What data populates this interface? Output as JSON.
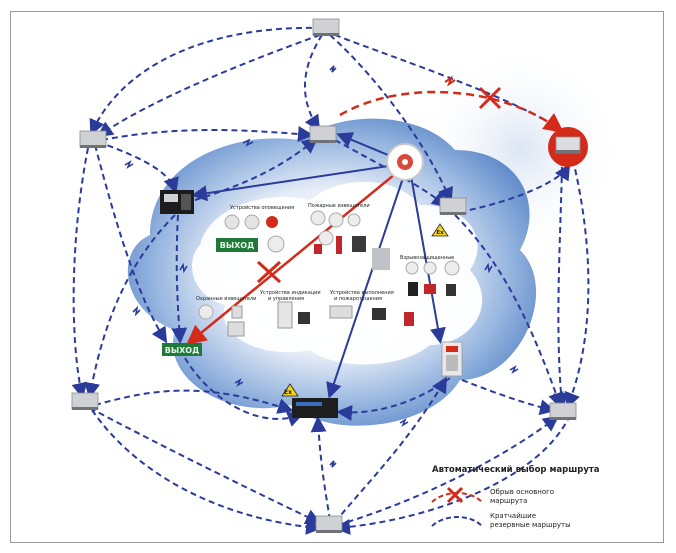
{
  "labels": {
    "warning_devices": "Устройства оповещения",
    "fire_detectors": "Пожарные извещатели",
    "exit_sign": "ВЫХОД",
    "exit_sign_bottom": "ВЫХОД",
    "explosion_proof": "Взрывозащищенные",
    "security_detectors": "Охранные извещатели",
    "indication_devices_1": "Устройства индикации",
    "indication_devices_2": "и управления",
    "actuator_devices_1": "Устройства выполнения",
    "actuator_devices_2": "и пожаротушения",
    "ex_mark": "Ex"
  },
  "legend": {
    "title": "Автоматический выбор маршрута",
    "break_1": "Обрыв основного",
    "break_2": "маршрута",
    "backup_1": "Кратчайшие",
    "backup_2": "резервные маршруты"
  },
  "colors": {
    "blue_route": "#2a3b9a",
    "red_route": "#d42a1a",
    "cloud_blue": "#6f95cf",
    "node_gray": "#cfd1d4"
  },
  "icons": [
    "wireless-repeater-icon",
    "control-panel-icon",
    "smoke-detector-icon",
    "exit-sign-icon",
    "keypad-icon",
    "ex-module-icon",
    "break-cross-icon"
  ]
}
